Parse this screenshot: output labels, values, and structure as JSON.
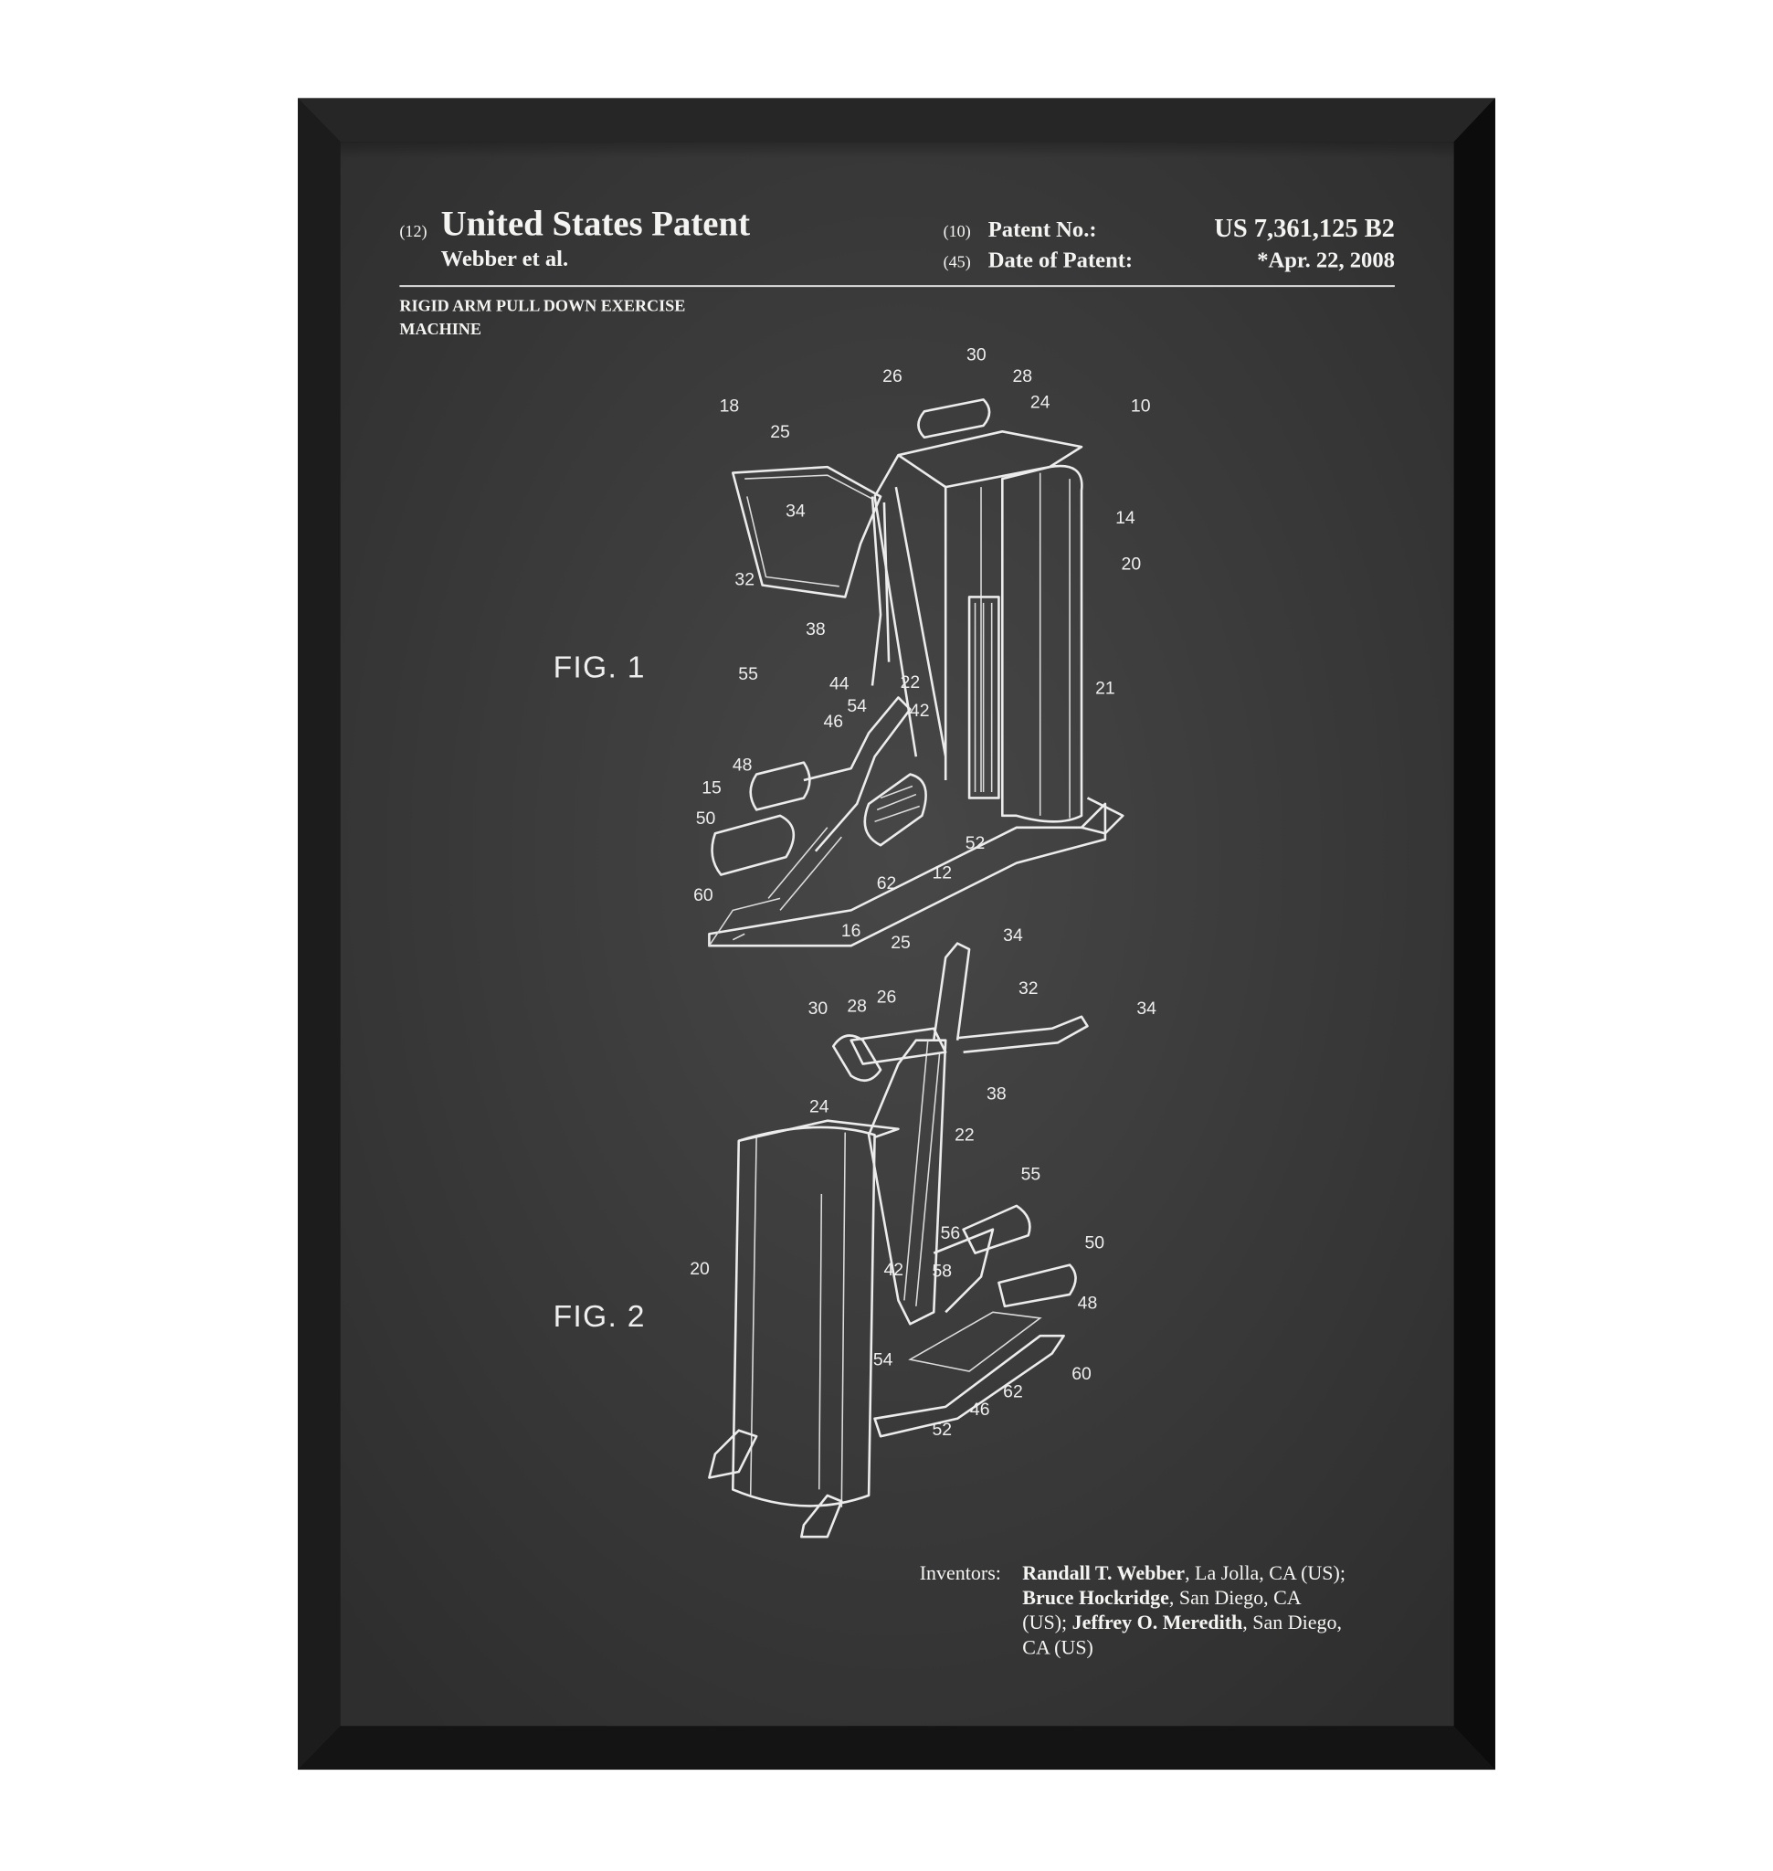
{
  "header": {
    "code_12": "(12)",
    "title": "United States Patent",
    "assignee": "Webber et al.",
    "code_10": "(10)",
    "patent_no_label": "Patent No.:",
    "patent_no": "US 7,361,125 B2",
    "code_45": "(45)",
    "date_label": "Date of Patent:",
    "date": "*Apr. 22, 2008"
  },
  "invention_title": [
    "RIGID ARM PULL DOWN EXERCISE",
    "MACHINE"
  ],
  "figures": [
    {
      "label": "FIG. 1",
      "numerals": [
        "30",
        "26",
        "28",
        "24",
        "10",
        "18",
        "25",
        "34",
        "14",
        "20",
        "32",
        "38",
        "22",
        "21",
        "44",
        "55",
        "54",
        "42",
        "46",
        "48",
        "15",
        "50",
        "52",
        "12",
        "62",
        "60",
        "16"
      ]
    },
    {
      "label": "FIG. 2",
      "numerals": [
        "25",
        "34",
        "32",
        "30",
        "28",
        "26",
        "34",
        "38",
        "24",
        "22",
        "55",
        "56",
        "50",
        "58",
        "20",
        "42",
        "48",
        "54",
        "62",
        "46",
        "60",
        "52"
      ]
    }
  ],
  "inventors": {
    "label": "Inventors:",
    "lines": [
      [
        {
          "t": "Randall T. Webber",
          "b": true
        },
        {
          "t": ", La Jolla, CA (US);",
          "b": false
        }
      ],
      [
        {
          "t": "Bruce Hockridge",
          "b": true
        },
        {
          "t": ", San Diego, CA",
          "b": false
        }
      ],
      [
        {
          "t": "(US); ",
          "b": false
        },
        {
          "t": "Jeffrey O. Meredith",
          "b": true
        },
        {
          "t": ", San Diego,",
          "b": false
        }
      ],
      [
        {
          "t": "CA (US)",
          "b": false
        }
      ]
    ]
  },
  "colors": {
    "frame": "#111111",
    "board": "#3a3a3a",
    "chalk": "#f0f0f0"
  }
}
